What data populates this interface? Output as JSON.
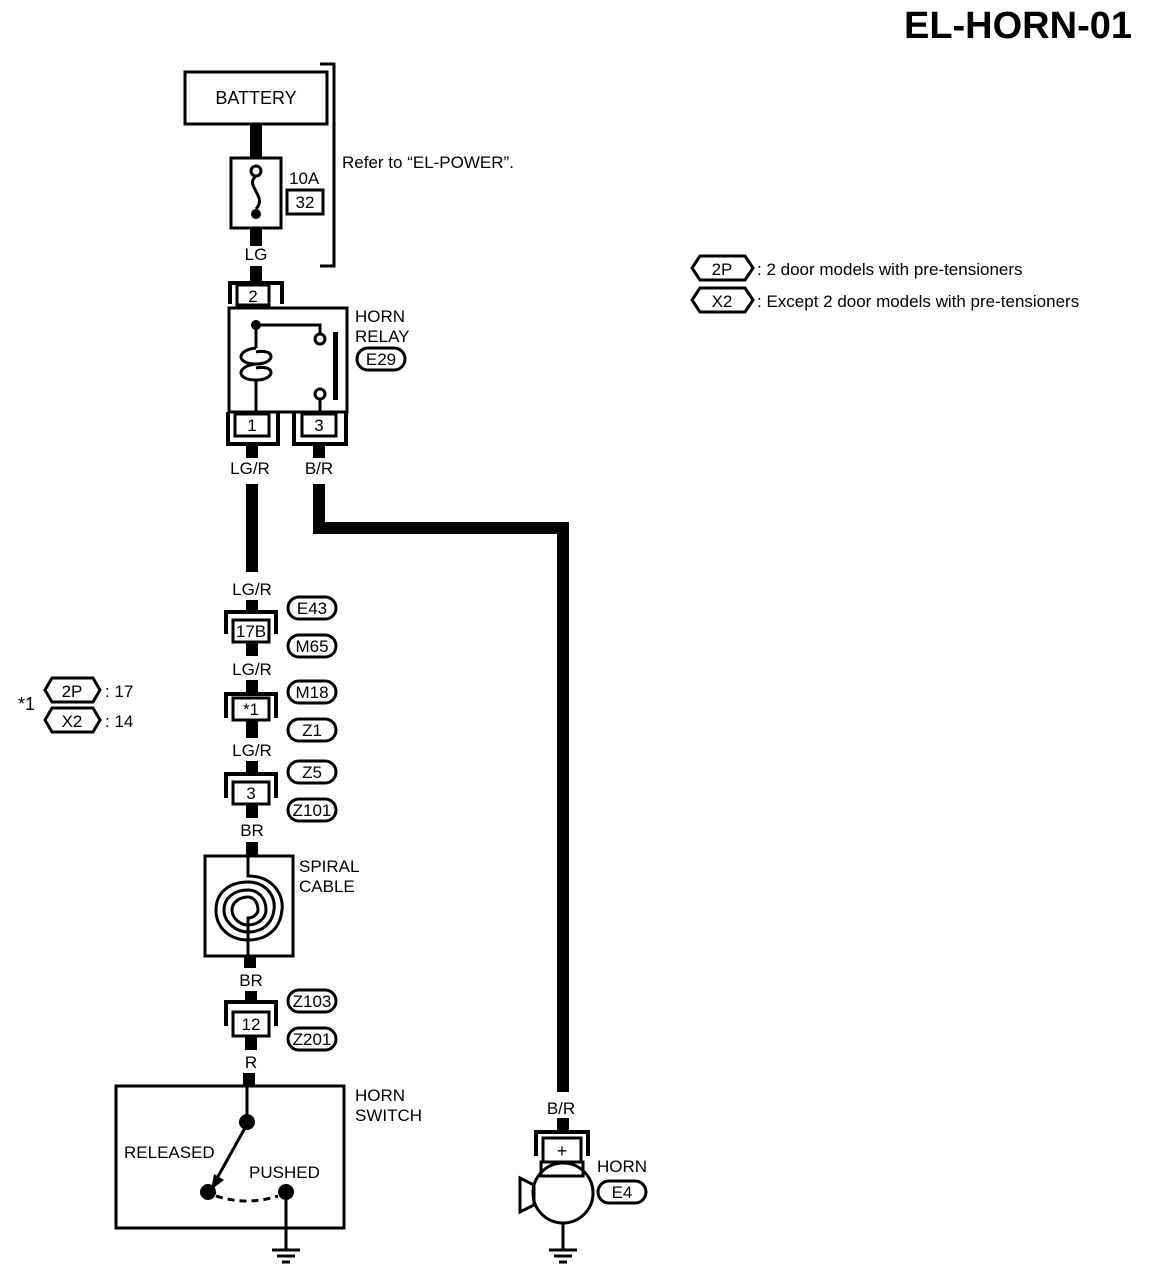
{
  "title": "EL-HORN-01",
  "battery": {
    "label": "BATTERY"
  },
  "fuse": {
    "rating": "10A",
    "number": "32"
  },
  "refer_note": "Refer to “EL-POWER”.",
  "wires": {
    "lg": "LG",
    "lg_r_relay": "LG/R",
    "b_r_relay": "B/R",
    "lg_r_1": "LG/R",
    "lg_r_2": "LG/R",
    "lg_r_3": "LG/R",
    "br_1": "BR",
    "br_2": "BR",
    "r": "R",
    "b_r_horn": "B/R"
  },
  "horn_relay": {
    "line1": "HORN",
    "line2": "RELAY",
    "connector": "E29",
    "pin_top": "2",
    "pin_left": "1",
    "pin_right": "3"
  },
  "connectors": {
    "c1": {
      "pin": "17B",
      "top": "E43",
      "bottom": "M65"
    },
    "c2": {
      "pin": "*1",
      "top": "M18",
      "bottom": "Z1"
    },
    "c3": {
      "pin": "3",
      "top": "Z5",
      "bottom": "Z101"
    },
    "c4": {
      "pin": "12",
      "top": "Z103",
      "bottom": "Z201"
    }
  },
  "spiral_cable": {
    "line1": "SPIRAL",
    "line2": "CABLE"
  },
  "horn_switch": {
    "line1": "HORN",
    "line2": "SWITCH",
    "released": "RELEASED",
    "pushed": "PUSHED"
  },
  "horn": {
    "label": "HORN",
    "connector": "E4",
    "plus": "+"
  },
  "legend": [
    {
      "code": "2P",
      "desc": ": 2 door models with pre-tensioners"
    },
    {
      "code": "X2",
      "desc": ": Except 2 door models with pre-tensioners"
    }
  ],
  "footnote": {
    "marker": "*1",
    "rows": [
      {
        "code": "2P",
        "value": ": 17"
      },
      {
        "code": "X2",
        "value": ": 14"
      }
    ]
  }
}
